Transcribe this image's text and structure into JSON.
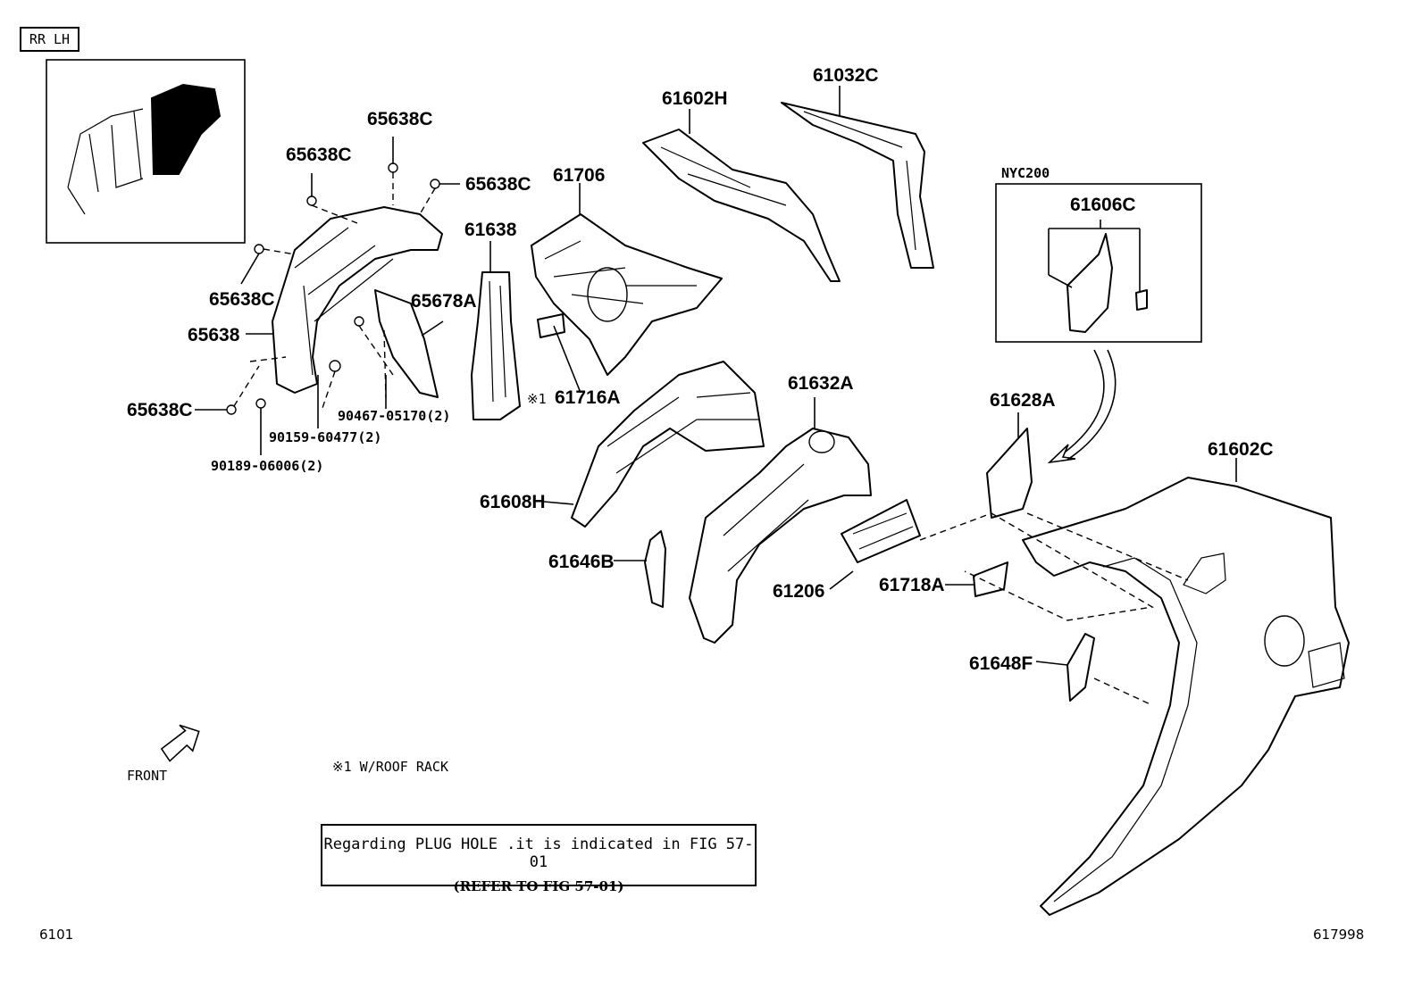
{
  "header": {
    "view_label": "RR LH"
  },
  "parts": {
    "p65638c_top": "65638C",
    "p65638c_left_upper": "65638C",
    "p65638c_right": "65638C",
    "p65638c_left_mid": "65638C",
    "p65638": "65638",
    "p65678a": "65678A",
    "p65638c_bottom": "65638C",
    "p90467": "90467-05170(2)",
    "p90159": "90159-60477(2)",
    "p90189": "90189-06006(2)",
    "p61638": "61638",
    "p61706": "61706",
    "p61716a": "61716A",
    "p61716a_mark": "※1",
    "p61602h": "61602H",
    "p61032c": "61032C",
    "p61606c": "61606C",
    "p61608h": "61608H",
    "p61646b": "61646B",
    "p61632a": "61632A",
    "p61206": "61206",
    "p61628a": "61628A",
    "p61718a": "61718A",
    "p61648f": "61648F",
    "p61602c": "61602C"
  },
  "inset": {
    "code": "NYC200"
  },
  "orientation": {
    "front_label": "FRONT"
  },
  "footnote": {
    "text": "※1 W/ROOF RACK"
  },
  "note": {
    "line1": "Regarding PLUG HOLE .it is indicated in FIG 57-01",
    "line2": "(REFER TO FIG 57-01)"
  },
  "footer": {
    "left_code": "6101",
    "right_code": "617998"
  }
}
